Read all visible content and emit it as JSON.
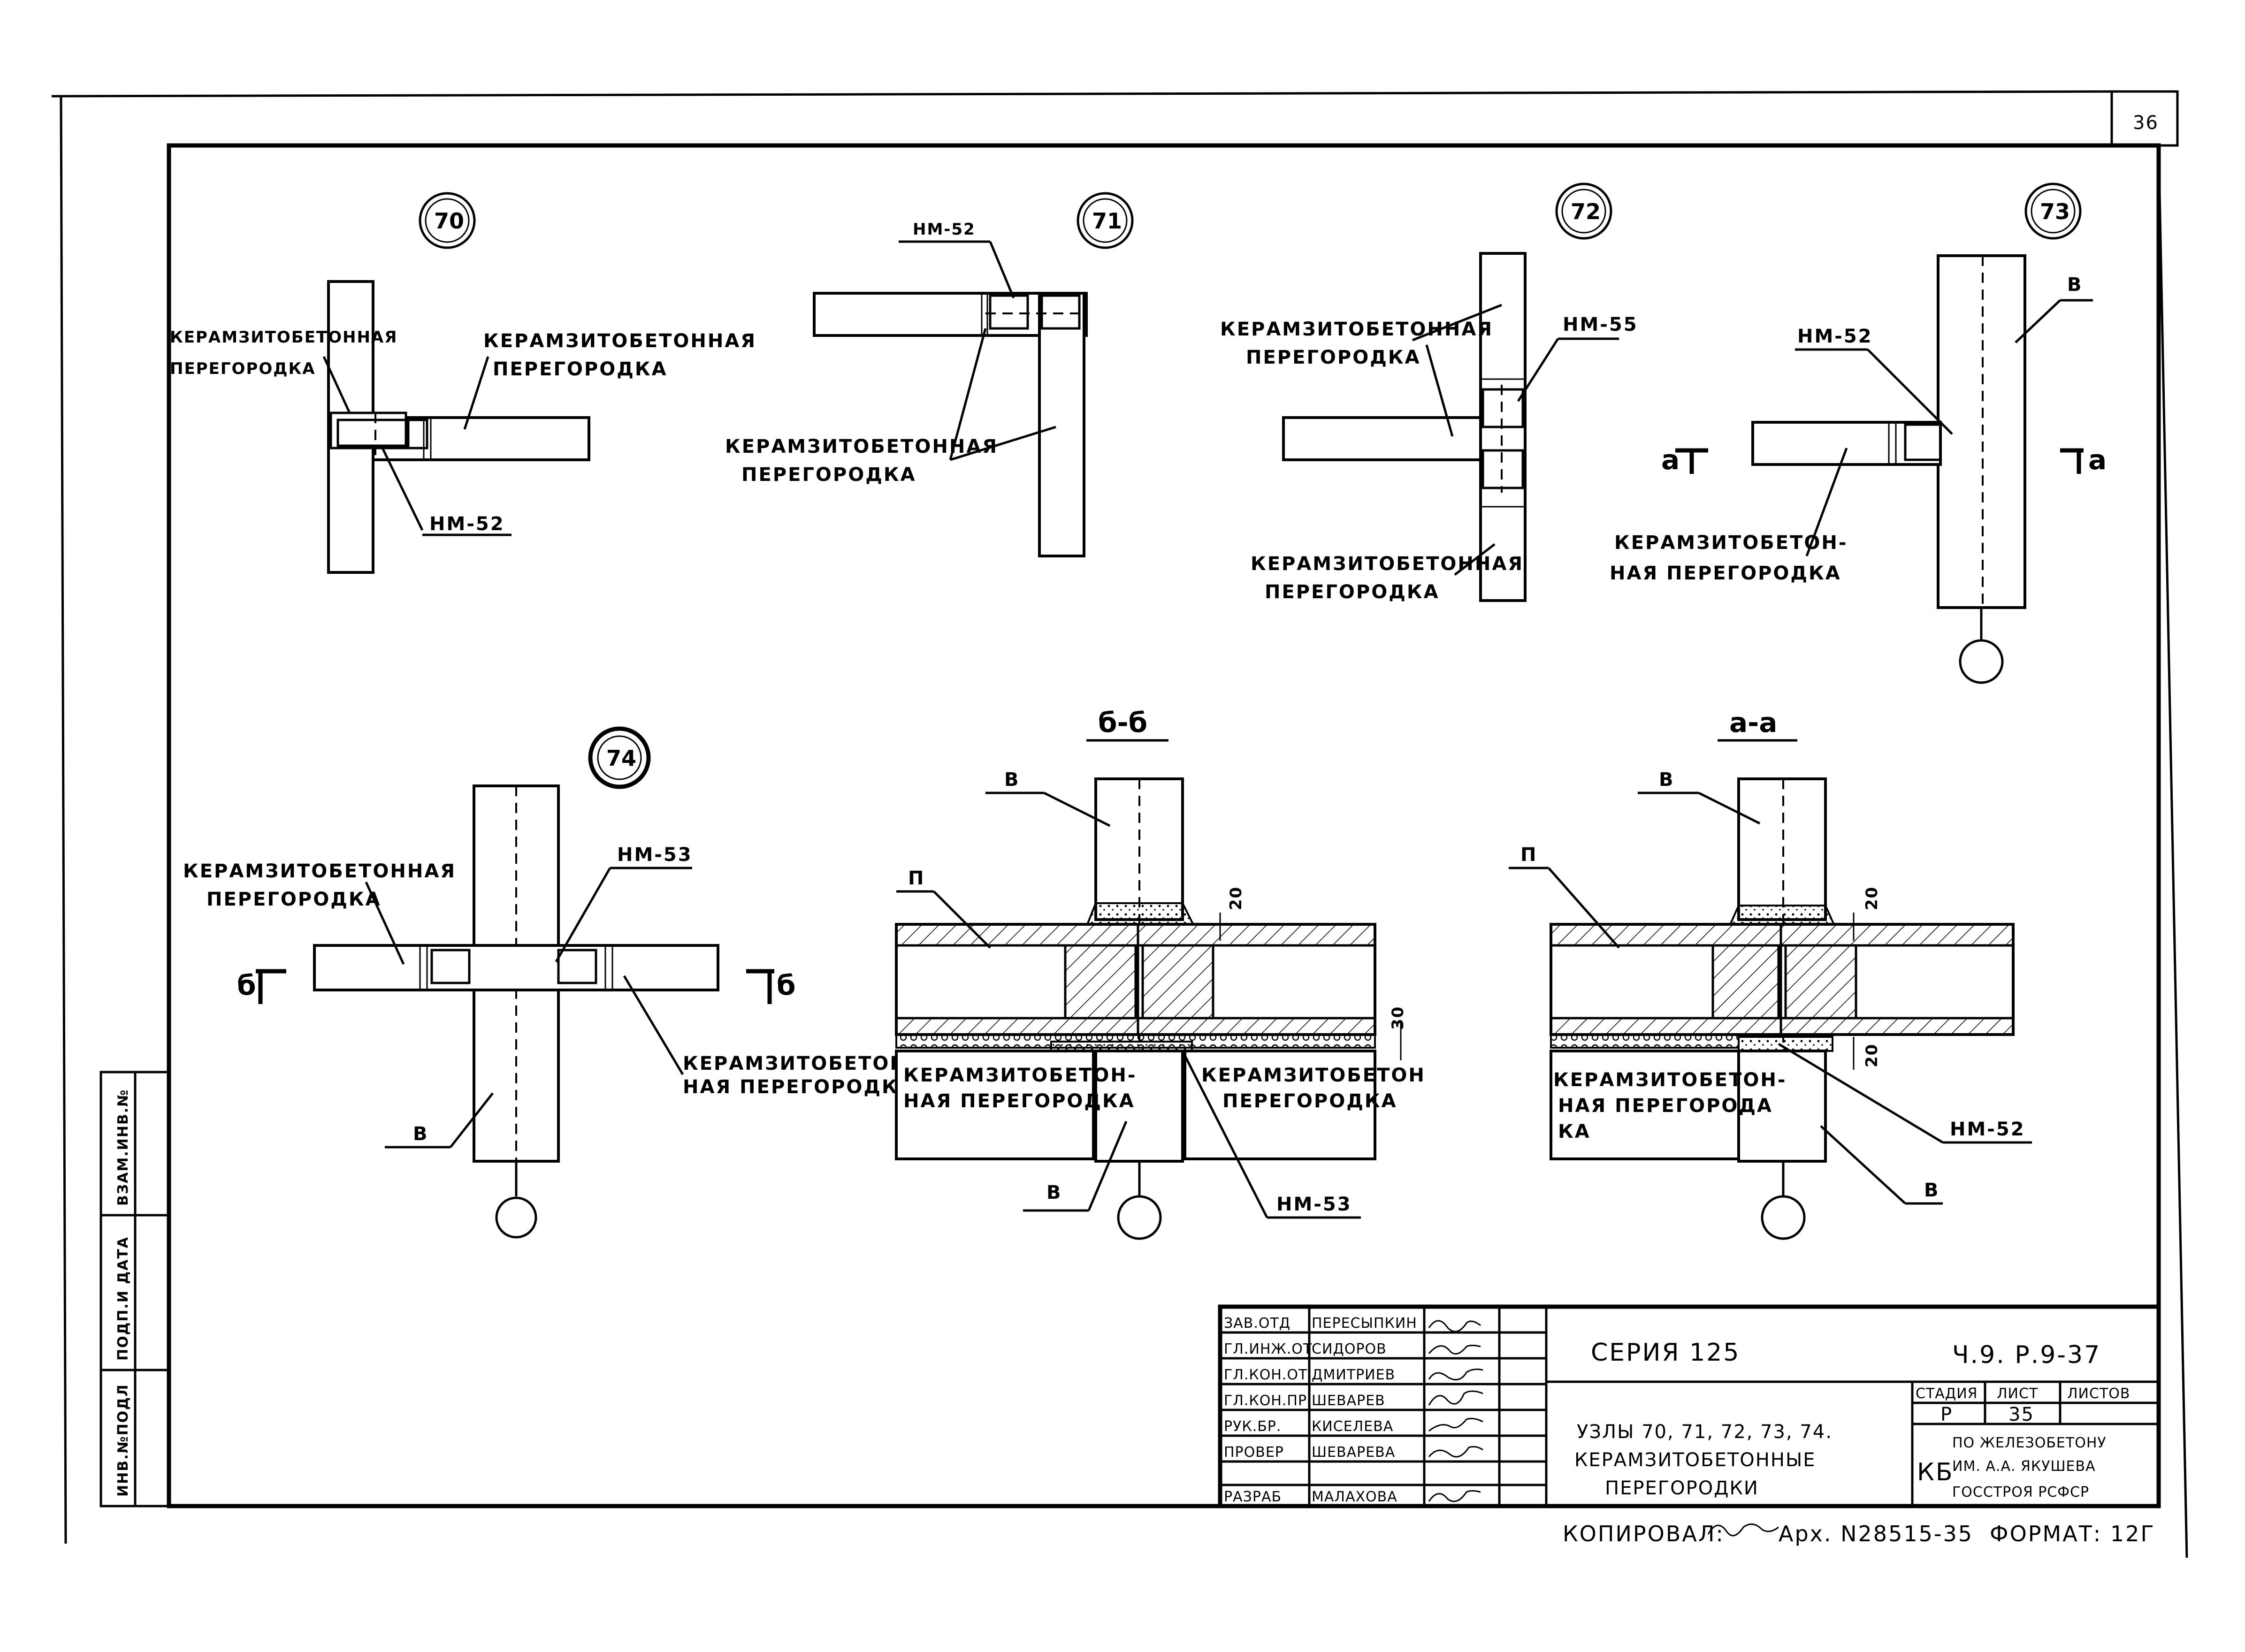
{
  "sheet": {
    "page_number": "36"
  },
  "nodes": {
    "n70": {
      "number": "70",
      "label_left_1": "КЕРАМЗИТОБЕТОННАЯ",
      "label_left_2": "ПЕРЕГОРОДКА",
      "label_right_1": "КЕРАМЗИТОБЕТОННАЯ",
      "label_right_2": "ПЕРЕГОРОДКА",
      "part": "НМ-52"
    },
    "n71": {
      "number": "71",
      "part": "НМ-52",
      "label_1": "КЕРАМЗИТОБЕТОННАЯ",
      "label_2": "ПЕРЕГОРОДКА"
    },
    "n72": {
      "number": "72",
      "label_top_1": "КЕРАМЗИТОБЕТОННАЯ",
      "label_top_2": "ПЕРЕГОРОДКА",
      "part": "НМ-55",
      "label_bot_1": "КЕРАМЗИТОБЕТОННАЯ",
      "label_bot_2": "ПЕРЕГОРОДКА"
    },
    "n73": {
      "number": "73",
      "mark_b": "В",
      "part": "НМ-52",
      "cut_left": "а",
      "cut_right": "а",
      "label_1": "КЕРАМЗИТОБЕТОН-",
      "label_2": "НАЯ ПЕРЕГОРОДКА"
    },
    "n74": {
      "number": "74",
      "label_left_1": "КЕРАМЗИТОБЕТОННАЯ",
      "label_left_2": "ПЕРЕГОРОДКА",
      "part": "НМ-53",
      "cut_left": "б",
      "cut_right": "б",
      "label_right_1": "КЕРАМЗИТОБЕТОН-",
      "label_right_2": "НАЯ ПЕРЕГОРОДКА",
      "mark_b": "В"
    }
  },
  "sections": {
    "bb": {
      "title": "б-б",
      "mark_b_top": "В",
      "mark_p": "П",
      "dim_20": "20",
      "dim_30": "30",
      "label_left_1": "КЕРАМЗИТОБЕТОН-",
      "label_left_2": "НАЯ ПЕРЕГОРОДКА",
      "label_right_1": "КЕРАМЗИТОБЕТОН",
      "label_right_2": "ПЕРЕГОРОДКА",
      "mark_b_bottom": "В",
      "part": "НМ-53"
    },
    "aa": {
      "title": "а-а",
      "mark_b_top": "В",
      "mark_p": "П",
      "dim_20_top": "20",
      "dim_20_bot": "20",
      "label_1": "КЕРАМЗИТОБЕТОН-",
      "label_2": "НАЯ ПЕРЕГОРОДА",
      "label_3": "КА",
      "part": "НМ-52",
      "mark_b_bottom": "В"
    }
  },
  "side_stamp": [
    "ВЗАМ.ИНВ.№",
    "ПОДП.И ДАТА",
    "ИНВ.№ПОДЛ"
  ],
  "title_block": {
    "roles": [
      "ЗАВ.ОТД",
      "ГЛ.ИНЖ.ОТ",
      "ГЛ.КОН.ОТ",
      "ГЛ.КОН.ПР.",
      "РУК.БР.",
      "ПРОВЕР",
      "РАЗРАБ"
    ],
    "names": [
      "ПЕРЕСЫПКИН",
      "СИДОРОВ",
      "ДМИТРИЕВ",
      "ШЕВАРЕВ",
      "КИСЕЛЕВА",
      "ШЕВАРЕВА",
      "МАЛАХОВА"
    ],
    "series": "СЕРИЯ 125",
    "doc_code": "Ч.9. Р.9-37",
    "col_stage": "СТАДИЯ",
    "col_sheet": "ЛИСТ",
    "col_sheets": "ЛИСТОВ",
    "stage": "Р",
    "sheet_no": "35",
    "title_1": "УЗЛЫ 70, 71, 72, 73, 74.",
    "title_2": "КЕРАМЗИТОБЕТОННЫЕ",
    "title_3": "ПЕРЕГОРОДКИ",
    "org_mark": "КБ",
    "org_1": "ПО ЖЕЛЕЗОБЕТОНУ",
    "org_2": "ИМ. А.А. ЯКУШЕВА",
    "org_3": "ГОССТРОЯ РСФСР"
  },
  "footer": {
    "copied": "КОПИРОВАЛ:",
    "archive": "Арх. N28515-35",
    "format": "ФОРМАТ: 12Г"
  }
}
